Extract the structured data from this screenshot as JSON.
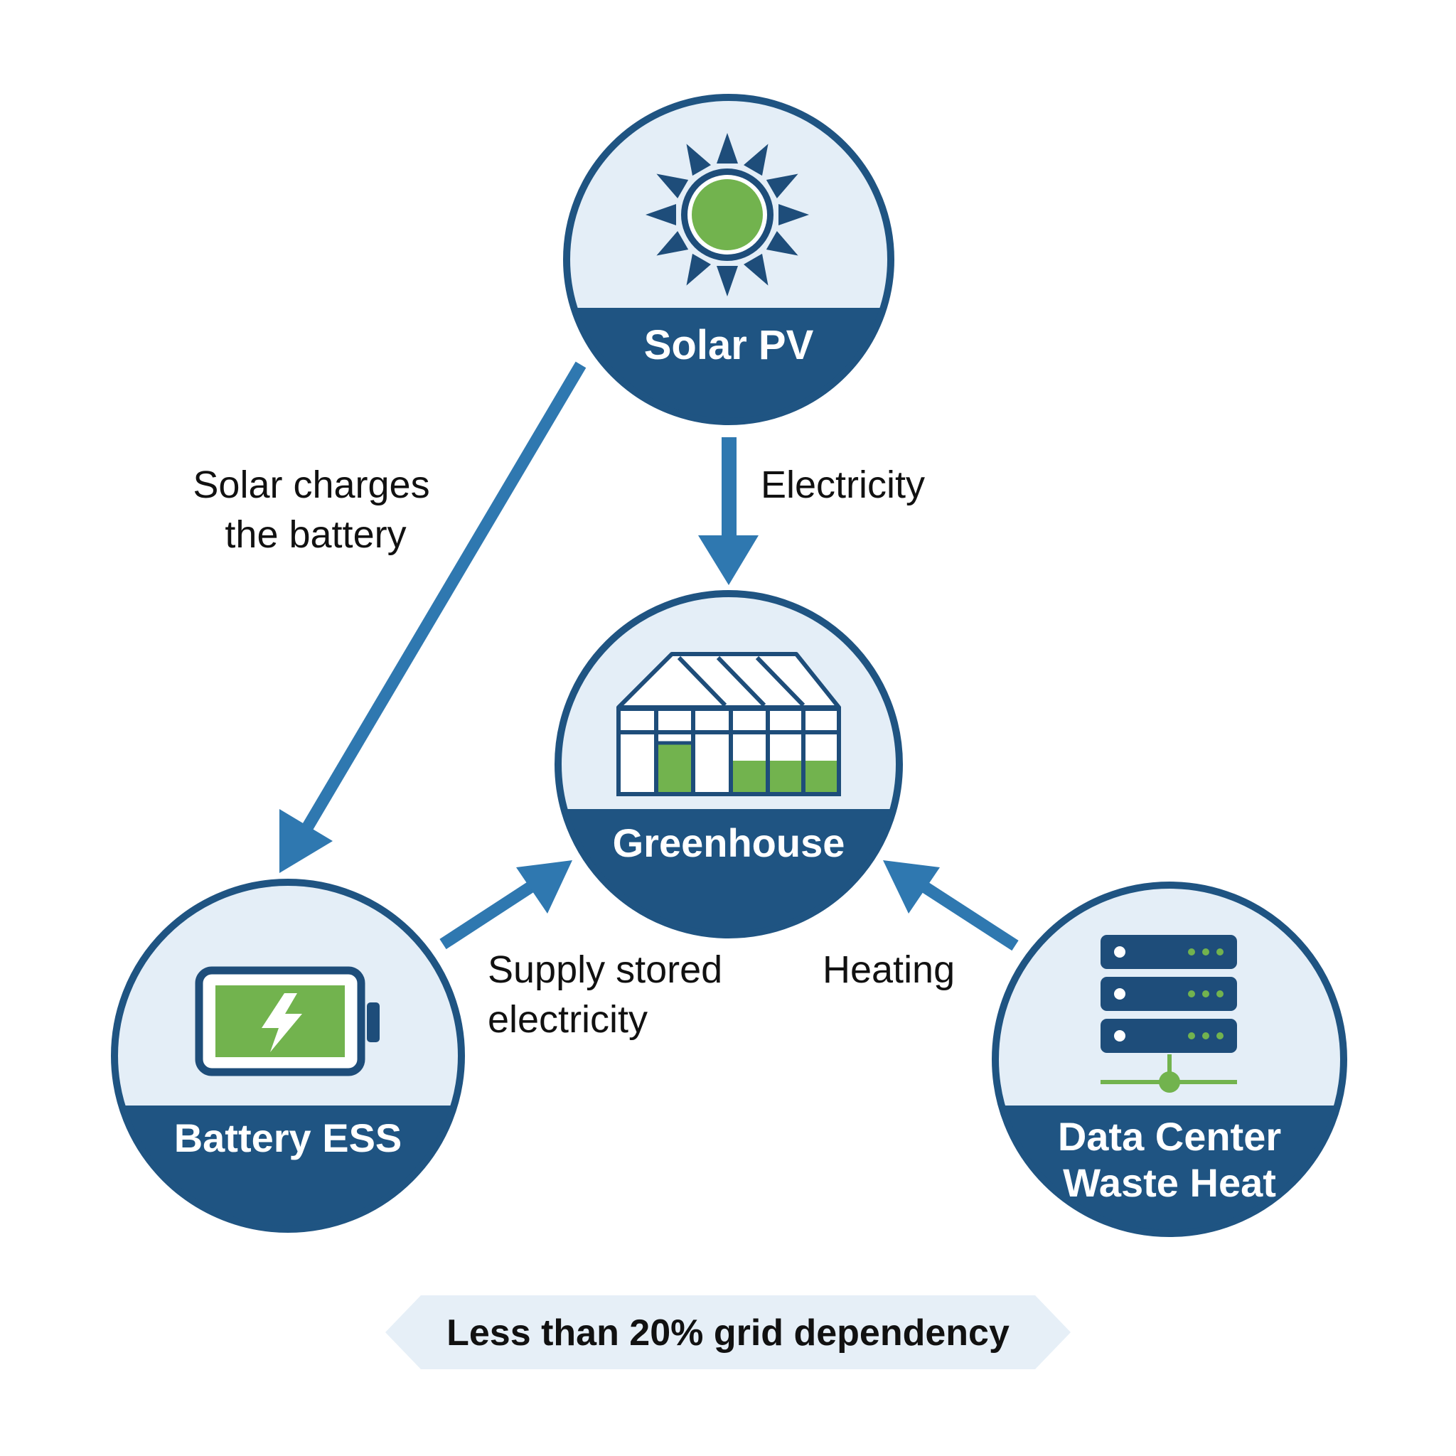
{
  "nodes": {
    "solar": {
      "label": "Solar PV",
      "icon": "sun-icon"
    },
    "greenhouse": {
      "label": "Greenhouse",
      "icon": "greenhouse-icon"
    },
    "battery": {
      "label": "Battery ESS",
      "icon": "battery-charging-icon"
    },
    "datacenter": {
      "label_line1": "Data Center",
      "label_line2": "Waste Heat",
      "icon": "server-rack-icon"
    }
  },
  "flows": {
    "solar_to_battery": {
      "line1": "Solar charges",
      "line2": "the battery"
    },
    "solar_to_greenhouse": {
      "label": "Electricity"
    },
    "battery_to_greenhouse": {
      "line1": "Supply stored",
      "line2": "electricity"
    },
    "datacenter_to_greenhouse": {
      "label": "Heating"
    }
  },
  "footer": {
    "text": "Less than 20% grid dependency"
  },
  "colors": {
    "navy": "#1F5482",
    "arrow_blue": "#2F78B0",
    "icon_navy": "#1E4D7A",
    "circle_fill": "#E4EEF7",
    "green": "#72B34E",
    "banner_fill": "#E6EFF7",
    "text": "#111111"
  }
}
